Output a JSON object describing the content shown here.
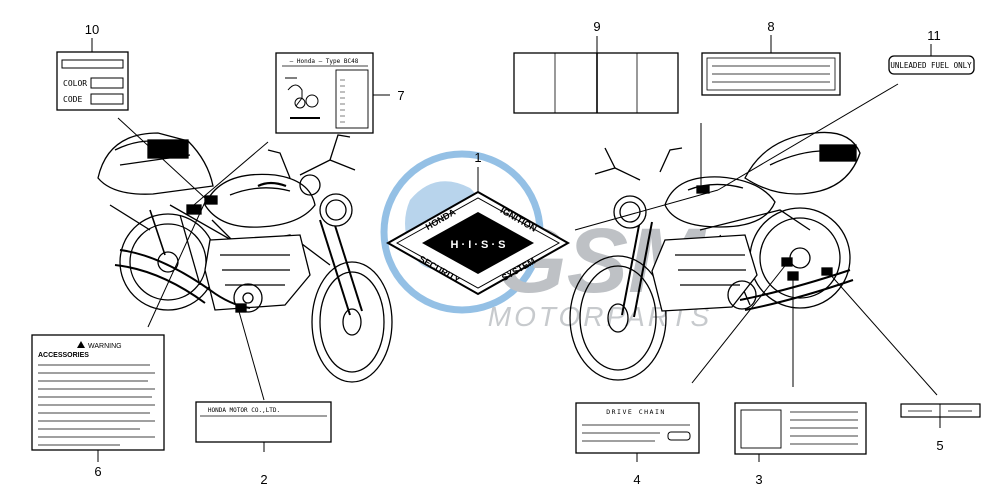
{
  "callouts": [
    {
      "id": "1",
      "label": "1"
    },
    {
      "id": "2",
      "label": "2"
    },
    {
      "id": "3",
      "label": "3"
    },
    {
      "id": "4",
      "label": "4"
    },
    {
      "id": "5",
      "label": "5"
    },
    {
      "id": "6",
      "label": "6"
    },
    {
      "id": "7",
      "label": "7"
    },
    {
      "id": "8",
      "label": "8"
    },
    {
      "id": "9",
      "label": "9"
    },
    {
      "id": "10",
      "label": "10"
    },
    {
      "id": "11",
      "label": "11"
    }
  ],
  "labels": {
    "color_code": {
      "color": "COLOR",
      "code": "CODE"
    },
    "type_label": {
      "header": "— Honda — Type  BC48"
    },
    "unleaded": {
      "text": "UNLEADED FUEL ONLY"
    },
    "warning": {
      "title": "WARNING",
      "subtitle": "ACCESSORIES"
    },
    "honda_motor": {
      "text": "HONDA MOTOR CO.,LTD."
    },
    "drive_chain": {
      "text": "DRIVE CHAIN"
    },
    "emblem": {
      "top_left": "HONDA",
      "top_right": "IGNITION",
      "middle": "H · I · S · S",
      "bottom_left": "SECURITY",
      "bottom_right": "SYSTEM"
    }
  },
  "watermark": {
    "brand": "GSM",
    "sub": "MOTORPARTS"
  },
  "colors": {
    "line": "#000000",
    "watermark_blue": "#2f7fc4",
    "watermark_gray": "#8a9097"
  }
}
